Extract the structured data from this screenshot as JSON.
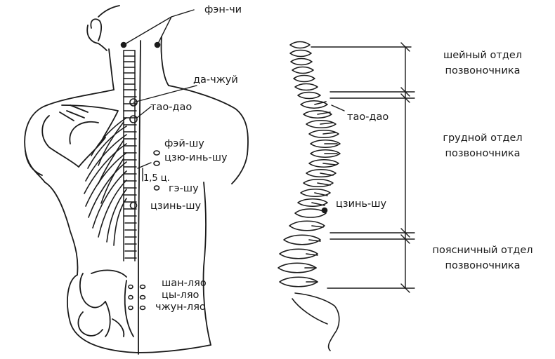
{
  "points": {
    "fen_chi": "фэн-чи",
    "da_chzhui": "да-чжуй",
    "tao_dao": "тао-дао",
    "fei_shu": "фэй-шу",
    "tszyu_in_shu": "цзю-инь-шу",
    "distance": "1,5 ц.",
    "ge_shu": "гэ-шу",
    "tszin_shu": "цзинь-шу",
    "shan_lyao": "шан-ляо",
    "tsy_lyao": "цы-ляо",
    "chzhun_lyao": "чжун-ляо"
  },
  "spine": {
    "tao_dao": "тао-дао",
    "tszin_shu": "цзинь-шу",
    "cervical_line1": "шейный отдел",
    "cervical_line2": "позвоночника",
    "thoracic_line1": "грудной отдел",
    "thoracic_line2": "позвоночника",
    "lumbar_line1": "поясничный отдел",
    "lumbar_line2": "позвоночника"
  },
  "colors": {
    "ink": "#1a1a1a",
    "background": "#ffffff"
  }
}
